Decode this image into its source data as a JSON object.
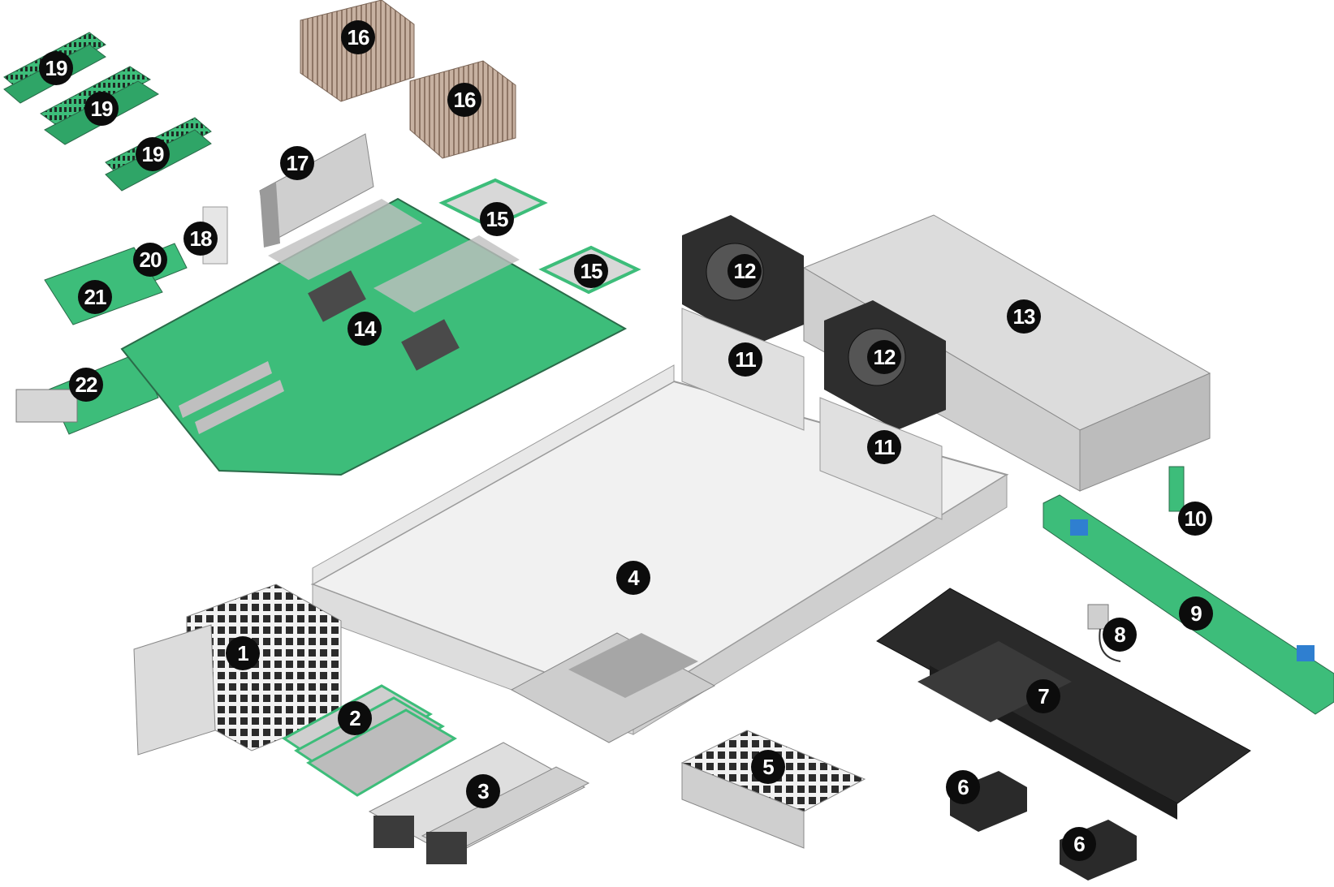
{
  "callouts": {
    "c1": "1",
    "c2": "2",
    "c3": "3",
    "c4": "4",
    "c5": "5",
    "c6a": "6",
    "c6b": "6",
    "c7": "7",
    "c8": "8",
    "c9": "9",
    "c10": "10",
    "c11a": "11",
    "c11b": "11",
    "c12a": "12",
    "c12b": "12",
    "c13": "13",
    "c14": "14",
    "c15a": "15",
    "c15b": "15",
    "c16a": "16",
    "c16b": "16",
    "c17": "17",
    "c18": "18",
    "c19a": "19",
    "c19b": "19",
    "c19c": "19",
    "c20": "20",
    "c21": "21",
    "c22": "22"
  },
  "colors": {
    "pcb_green": "#3dbd7a",
    "chassis_gray": "#e4e4e4",
    "heatsink_bronze": "#b49a86",
    "air_duct_black": "#2a2a2a",
    "callout_black": "#0c0c0c",
    "latch_blue": "#2f7fd0"
  }
}
